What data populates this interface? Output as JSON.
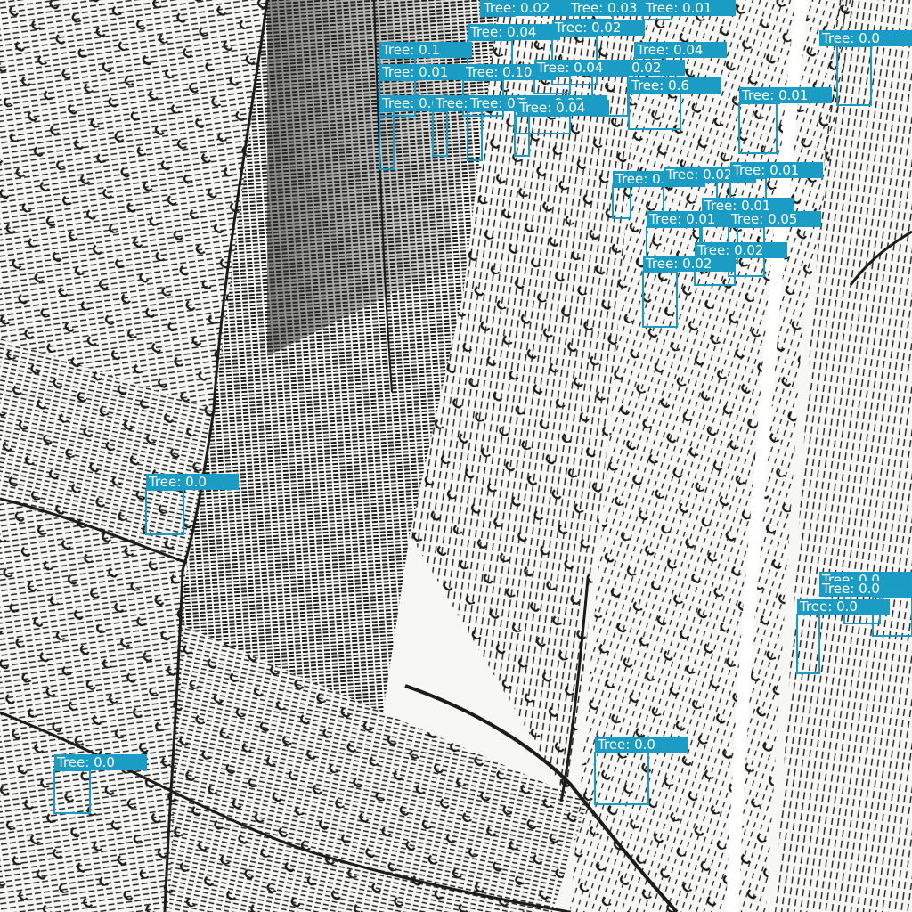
{
  "style": {
    "box_color": "#1a9cc4",
    "ink_color": "#1c1c1c",
    "paper_color": "#f7f7f5",
    "text_color": "#ffffff"
  },
  "detections": [
    {
      "label": "Tree: 0.02"
    },
    {
      "label": "Tree: 0.03"
    },
    {
      "label": "Tree: 0.01"
    },
    {
      "label": "Tree: 0.1"
    },
    {
      "label": "Tree: 0.04"
    },
    {
      "label": "Tree: 0.02"
    },
    {
      "label": "Tree: 0.04"
    },
    {
      "label": "Tree: 0.01"
    },
    {
      "label": "Tree: 0.10"
    },
    {
      "label": "Tree: 0.02"
    },
    {
      "label": "Tree: 0.6"
    },
    {
      "label": "Tree: 0.04"
    },
    {
      "label": "Tree: 0.0"
    },
    {
      "label": "Tree: 0.03"
    },
    {
      "label": "Tree: 0.01"
    },
    {
      "label": "Tree: 0.01"
    },
    {
      "label": "Tree: 0.03"
    },
    {
      "label": "Tree: 0.04"
    },
    {
      "label": "Tree: 0.01"
    },
    {
      "label": "Tree: 0.01"
    },
    {
      "label": "Tree: 0.02"
    },
    {
      "label": "Tree: 0.01"
    },
    {
      "label": "Tree: 0.01"
    },
    {
      "label": "Tree: 0.01"
    },
    {
      "label": "Tree: 0.05"
    },
    {
      "label": "Tree: 0.02"
    },
    {
      "label": "Tree: 0.02"
    },
    {
      "label": "Tree: 0.0"
    },
    {
      "label": "Tree: 0.0"
    },
    {
      "label": "Tree: 0.0"
    },
    {
      "label": "Tree: 0.0"
    },
    {
      "label": "Tree: 0.0"
    },
    {
      "label": "Tree: 0.0"
    }
  ]
}
